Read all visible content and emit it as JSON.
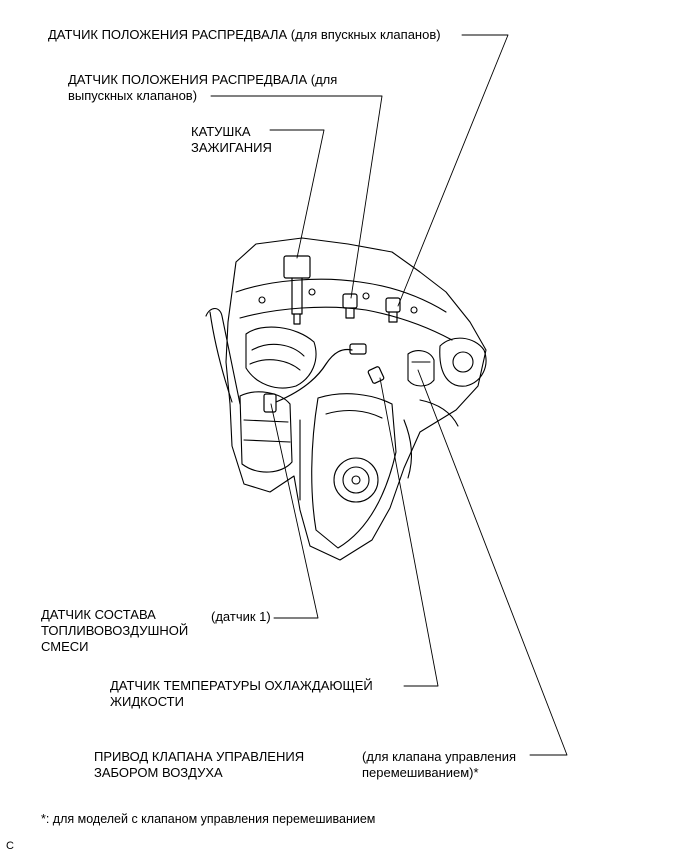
{
  "labels": {
    "cam_intake": "ДАТЧИК ПОЛОЖЕНИЯ РАСПРЕДВАЛА (для впускных клапанов)",
    "cam_exhaust_line1": "ДАТЧИК ПОЛОЖЕНИЯ РАСПРЕДВАЛА (для",
    "cam_exhaust_line2": "выпускных клапанов)",
    "ignition_line1": "КАТУШКА",
    "ignition_line2": "ЗАЖИГАНИЯ",
    "afr_line1": "ДАТЧИК СОСТАВА",
    "afr_line2": "ТОПЛИВОВОЗДУШНОЙ",
    "afr_line3": "СМЕСИ",
    "sensor1": "(датчик 1)",
    "coolant_line1": "ДАТЧИК ТЕМПЕРАТУРЫ ОХЛАЖДАЮЩЕЙ",
    "coolant_line2": "ЖИДКОСТИ",
    "actuator_line1": "ПРИВОД КЛАПАНА УПРАВЛЕНИЯ",
    "actuator_line2": "ЗАБОРОМ ВОЗДУХА",
    "mixing_line1": "(для клапана управления",
    "mixing_line2": "перемешиванием)*"
  },
  "footnote": "*: для моделей с клапаном управления перемешиванием",
  "corner_code": "C"
}
